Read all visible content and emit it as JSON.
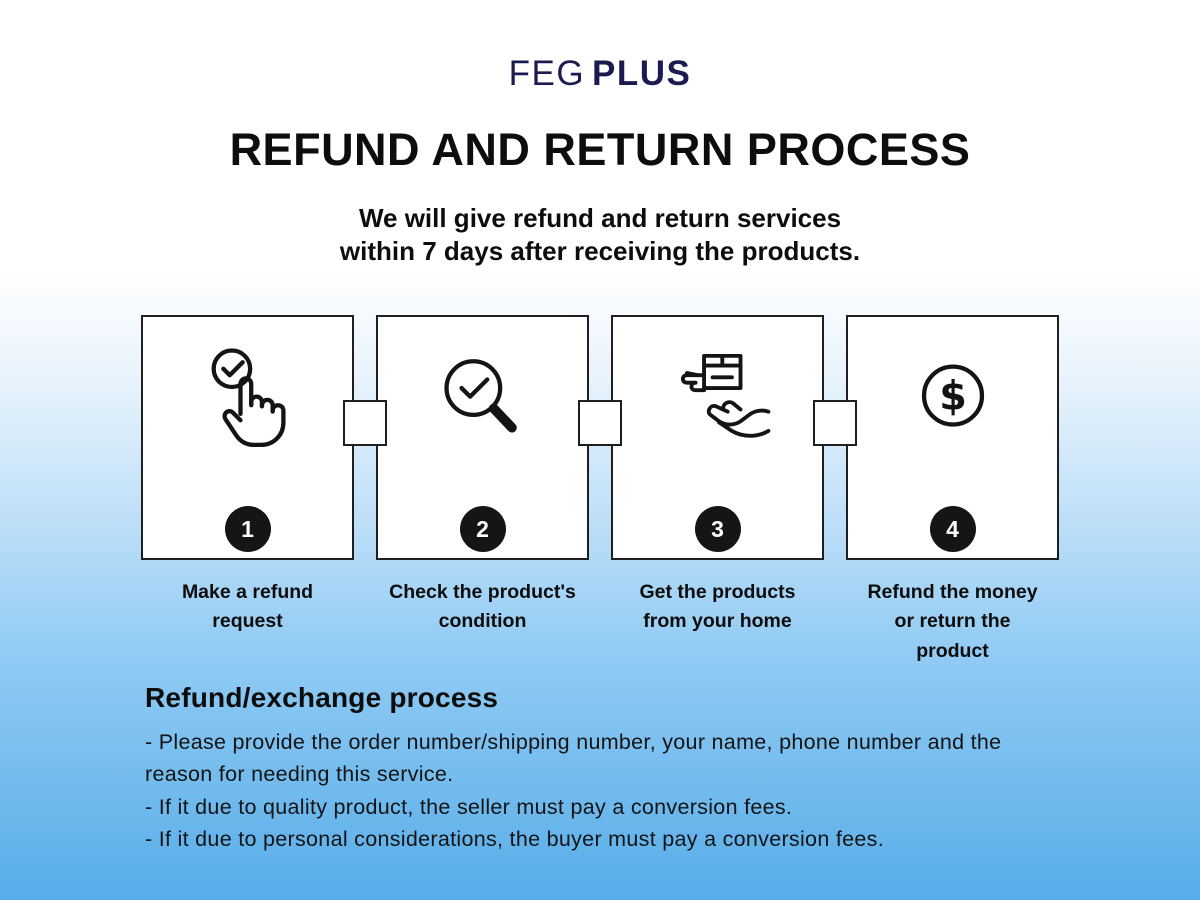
{
  "logo": {
    "light": "FEG",
    "bold": "PLUS"
  },
  "title": "REFUND AND RETURN PROCESS",
  "subtitle": {
    "line1": "We will give refund and return services",
    "line2": "within 7 days after receiving the products."
  },
  "steps": [
    {
      "number": "1",
      "icon": "tap-check-icon",
      "label": "Make a refund request"
    },
    {
      "number": "2",
      "icon": "magnifier-check-icon",
      "label": "Check the product's condition"
    },
    {
      "number": "3",
      "icon": "package-handover-icon",
      "label": "Get the products from your home"
    },
    {
      "number": "4",
      "icon": "dollar-circle-icon",
      "label": "Refund the money or return the product"
    }
  ],
  "details": {
    "heading": "Refund/exchange process",
    "bullets": [
      "- Please provide the order number/shipping number, your name, phone number and the reason for needing this service.",
      "- If it due to quality product, the seller must pay a conversion fees.",
      "- If it due to personal considerations, the buyer must pay a conversion fees."
    ]
  },
  "colors": {
    "logo_navy": "#1b1b52",
    "text_black": "#111111",
    "gradient_top": "#ffffff",
    "gradient_bottom": "#57ade9",
    "badge_black": "#151515",
    "box_border": "#1f1f1f"
  }
}
